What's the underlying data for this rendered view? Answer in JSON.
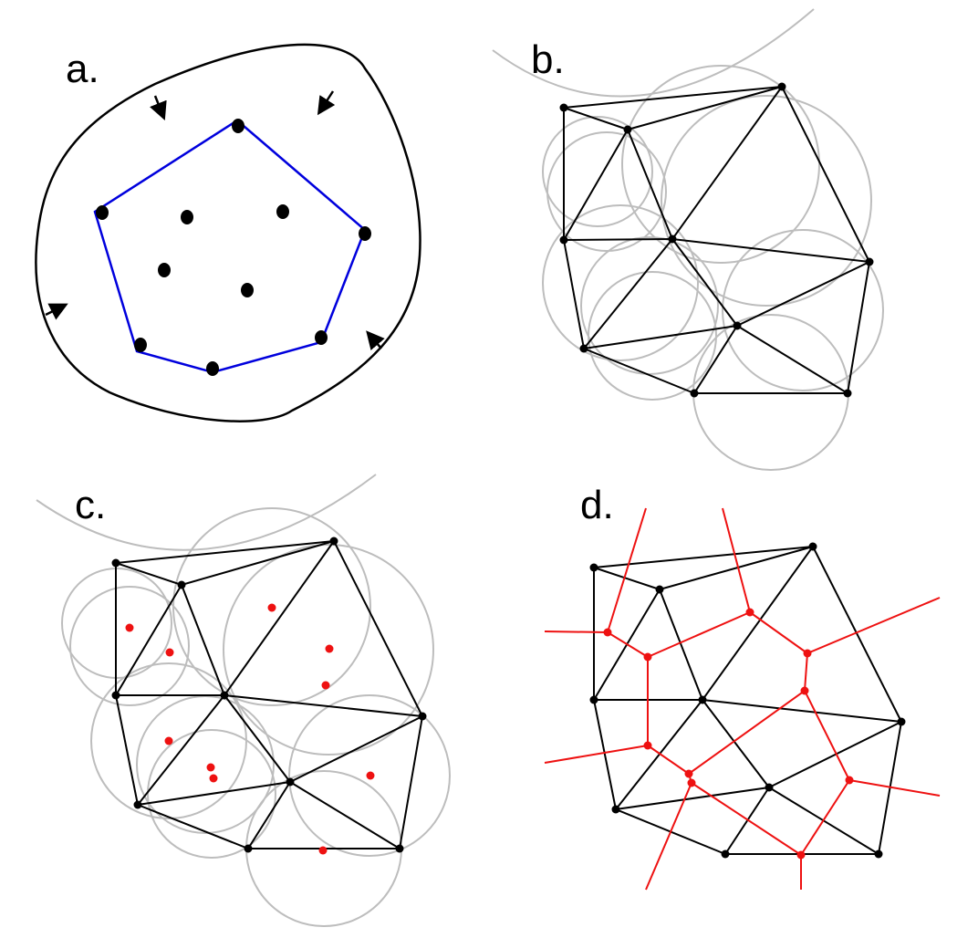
{
  "panels": [
    {
      "id": "a",
      "label": "a."
    },
    {
      "id": "b",
      "label": "b."
    },
    {
      "id": "c",
      "label": "c."
    },
    {
      "id": "d",
      "label": "d."
    }
  ],
  "colors": {
    "background": "#ffffff",
    "ink": "#000000",
    "hull": "#0000dd",
    "circles": "#bdbdbd",
    "voronoi": "#ee1111"
  }
}
